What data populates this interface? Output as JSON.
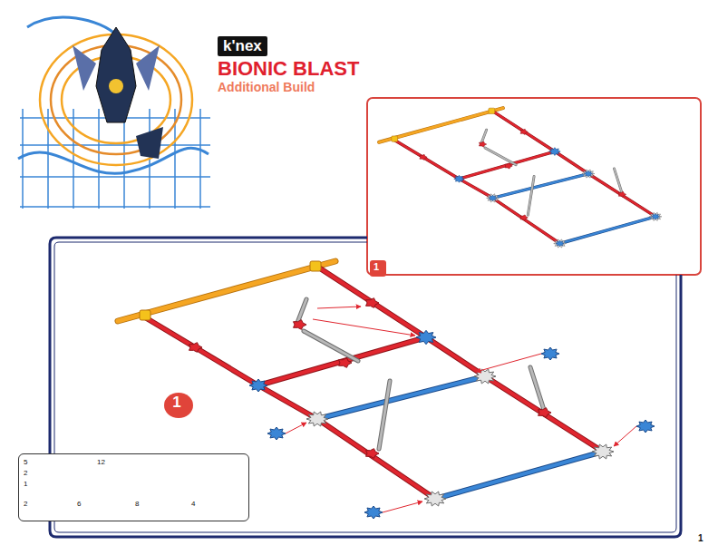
{
  "diagram": {
    "title": "BIONIC BLAST",
    "nodes": [
      {
        "text": [
          "1"
        ]
      },
      {
        "text": [
          "1"
        ]
      },
      {
        "text": [
          "5",
          "12",
          "2",
          "1",
          "2",
          "6",
          "8",
          "4"
        ]
      }
    ],
    "labels": [
      "k'nex",
      "Additional Build",
      "1"
    ]
  }
}
